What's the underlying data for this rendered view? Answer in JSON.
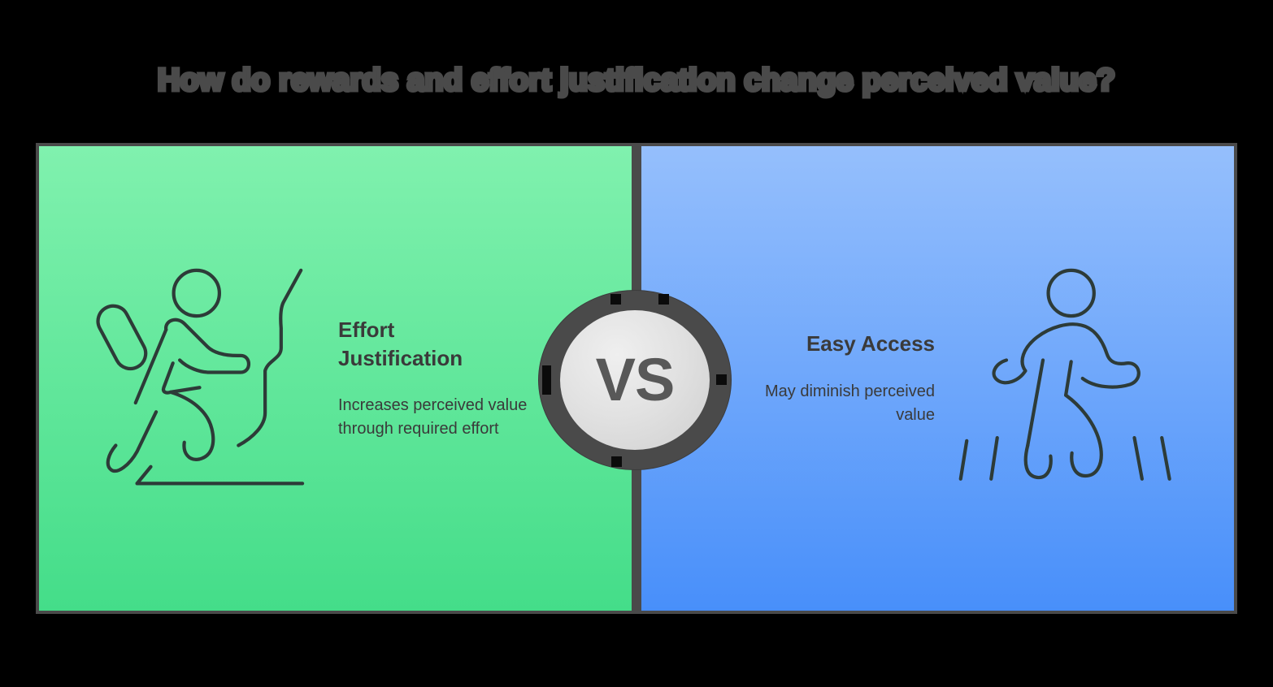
{
  "title": {
    "text": "How do rewards and effort justification change perceived value?",
    "obscured": true,
    "color": "#4a4a4a"
  },
  "colors": {
    "border": "#4a4a4a",
    "divider": "#4a4a4a",
    "left_panel_top": "#80f1ae",
    "left_panel_bottom": "#44dd89",
    "right_panel_top": "#95bffc",
    "right_panel_bottom": "#488ffa",
    "badge_ring": "#4a4a4a",
    "badge_face": "#e2e2e2",
    "badge_text": "#585858",
    "text": "#3a3a3a",
    "icon_stroke": "#2d3b38",
    "background": "#000000"
  },
  "comparison": {
    "left": {
      "icon": "running-climbing-person-icon",
      "title": "Effort\nJustification",
      "title_line_1": "Effort",
      "title_line_2": "Justification",
      "description": "Increases perceived value through required effort",
      "align": "left"
    },
    "right": {
      "icon": "walking-person-motion-icon",
      "title": "Easy Access",
      "description": "May diminish perceived value",
      "align": "right"
    },
    "badge": {
      "label": "VS",
      "tick_count": 5
    }
  }
}
